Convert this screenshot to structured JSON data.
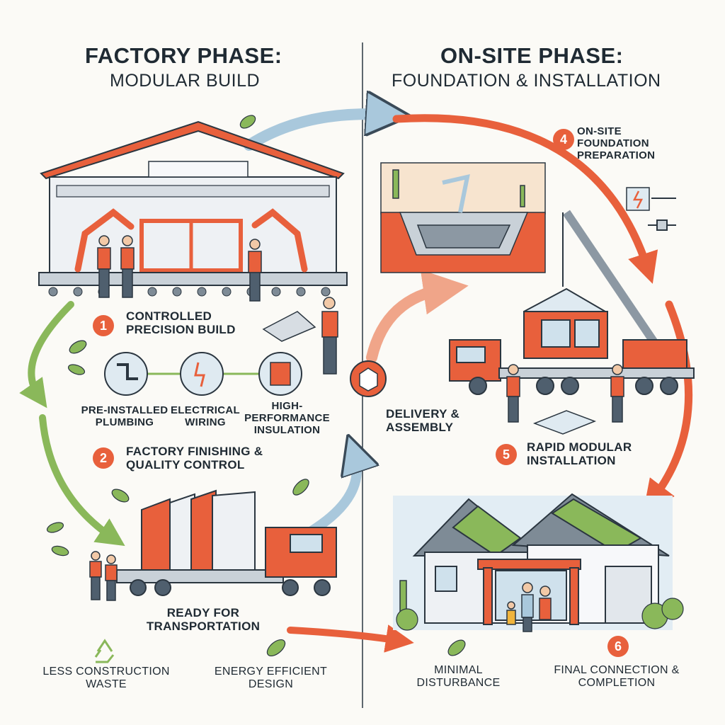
{
  "factory": {
    "title": "FACTORY PHASE:",
    "subtitle": "MODULAR BUILD",
    "step1_number": "1",
    "step1_label": "CONTROLLED PRECISION BUILD",
    "features": [
      {
        "label": "PRE-INSTALLED PLUMBING",
        "icon": "faucet-pipe-icon"
      },
      {
        "label": "ELECTRICAL WIRING",
        "icon": "plug-bolt-icon"
      },
      {
        "label": "HIGH-PERFORMANCE INSULATION",
        "icon": "insulation-panel-icon"
      }
    ],
    "step2_number": "2",
    "step2_label": "FACTORY FINISHING & QUALITY CONTROL",
    "transport_label": "READY FOR TRANSPORTATION",
    "benefit_waste": "LESS CONSTRUCTION WASTE",
    "benefit_energy": "ENERGY EFFICIENT DESIGN"
  },
  "onsite": {
    "title": "ON-SITE PHASE:",
    "subtitle": "FOUNDATION & INSTALLATION",
    "step3_label": "DELIVERY & ASSEMBLY",
    "step4_number": "4",
    "step4_label": "ON-SITE FOUNDATION PREPARATION",
    "step5_number": "5",
    "step5_label": "RAPID MODULAR INSTALLATION",
    "step6_number": "6",
    "step6_label": "FINAL CONNECTION & COMPLETION",
    "benefit_disturbance": "MINIMAL DISTURBANCE"
  },
  "colors": {
    "accent": "#e8603c",
    "green": "#8ab85a",
    "blue": "#9bbfd6",
    "ink": "#1f2a33"
  }
}
